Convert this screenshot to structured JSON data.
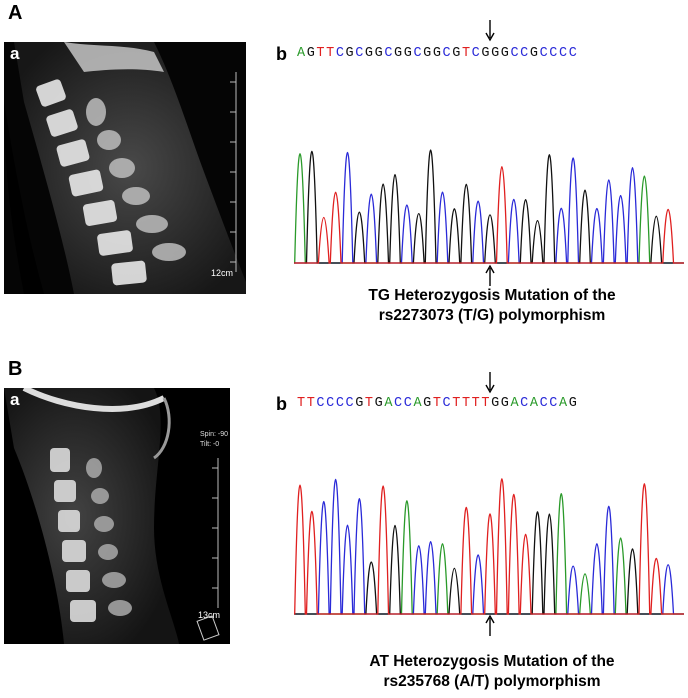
{
  "panels": [
    {
      "label": "A",
      "ct": {
        "label": "a",
        "scale": "12cm"
      },
      "seq": {
        "label": "b",
        "bases": "AGTTCGCGGCGGCGGCGTCGGGCCGCCCC",
        "caption_line1": "TG Heterozygosis Mutation of the",
        "caption_line2": "rs2273073 (T/G) polymorphism"
      }
    },
    {
      "label": "B",
      "ct": {
        "label": "a",
        "scale": "13cm",
        "spin": "Spin: -90",
        "tilt": "Tilt: -0"
      },
      "seq": {
        "label": "b",
        "bases": "TTCCCCGTGACCAGTCTTTTGGACACCAG",
        "caption_line1": "AT Heterozygosis Mutation of the",
        "caption_line2": "rs235768 (A/T) polymorphism"
      }
    }
  ],
  "colors": {
    "A": "#2a9a2a",
    "C": "#2a2ad8",
    "G": "#111111",
    "T": "#e02020"
  }
}
